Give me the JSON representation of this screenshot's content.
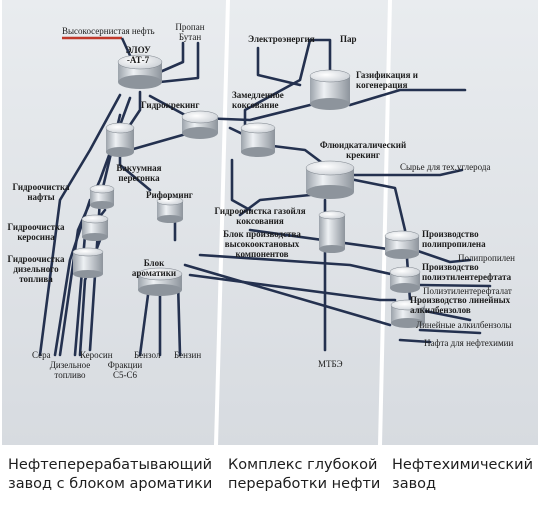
{
  "labels": {
    "high_sulfur_oil": "Высокосернистая нефть",
    "propane": "Пропан",
    "butane": "Бутан",
    "elou_1": "ЭЛОУ",
    "elou_2": "-АТ-7",
    "electricity": "Электроэнергия",
    "steam": "Пар",
    "gasification_1": "Газификация и",
    "gasification_2": "когенерация",
    "hydrocracking": "Гидрокрекинг",
    "delayed_coking_1": "Замедленное",
    "delayed_coking_2": "коксование",
    "fcc_1": "Флюидкаталический",
    "fcc_2": "крекинг",
    "carbon_black": "Сырье для тех.углерода",
    "vacuum_1": "Вакуумная",
    "vacuum_2": "перегонка",
    "naphtha_ht_1": "Гидроочистка",
    "naphtha_ht_2": "нафты",
    "reforming": "Риформинг",
    "gasoil_ht_1": "Гидроочистка газойля",
    "gasoil_ht_2": "коксования",
    "kerosene_ht_1": "Гидроочистка",
    "kerosene_ht_2": "керосина",
    "octane_1": "Блок производства",
    "octane_2": "высокооктановых",
    "octane_3": "компонентов",
    "diesel_ht_1": "Гидроочистка",
    "diesel_ht_2": "дизельного",
    "diesel_ht_3": "топлива",
    "aromatics_1": "Блок",
    "aromatics_2": "ароматики",
    "pp_1": "Производство",
    "pp_2": "полипропилена",
    "polypropylene": "Полипропилен",
    "pet_1": "Производство",
    "pet_2": "полиэтилентерефтата",
    "pet_product": "Полиэтилентерефталат",
    "lab_1": "Производство линейных",
    "lab_2": "алкилбензолов",
    "lab_product": "Линейные алкилбензолы",
    "naphtha_petchem": "Нафта для нефтехимии",
    "mtbe": "МТБЭ",
    "sulfur": "Сера",
    "diesel_1": "Дизельное",
    "diesel_2": "топливо",
    "kerosene": "Керосин",
    "c5c6_1": "Фракции",
    "c5c6_2": "С5-С6",
    "benzene": "Бензол",
    "gasoline": "Бензин"
  },
  "captions": {
    "refinery_1": "Нефтеперерабатывающий",
    "refinery_2": "завод с блоком ароматики",
    "deep_1": "Комплекс глубокой",
    "deep_2": "переработки нефти",
    "petchem_1": "Нефтехимический",
    "petchem_2": "завод"
  },
  "colors": {
    "pipe": "#24314f",
    "pipe_highlight": "#4a5d80",
    "oil_feed": "#c0392b",
    "tank_body": "#c4c9cf",
    "tank_light": "#eef1f4"
  }
}
